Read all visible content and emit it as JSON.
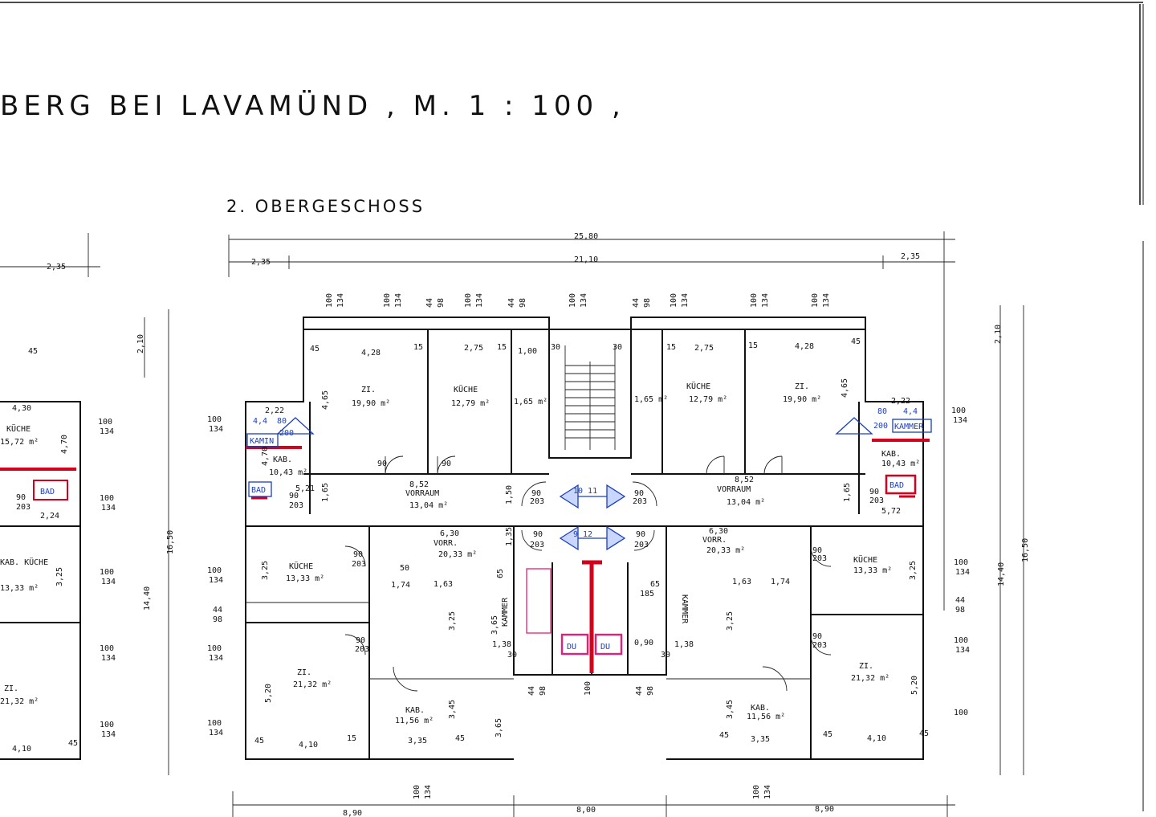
{
  "title": "BERG BEI LAVAMÜND , M. 1 : 100 ,",
  "subtitle": "2. OBERGESCHOSS",
  "dimensions": {
    "total_width": "25,80",
    "inner_width": "21,10",
    "side_left": "2,35",
    "side_right": "2,35",
    "far_left": "2,35",
    "bottom_left": "8,90",
    "bottom_mid": "8,00",
    "bottom_right": "8,90",
    "height_total": "16,50",
    "height_inner": "14,40",
    "height_top": "2,10"
  },
  "rooms_left": {
    "zi_top": {
      "label": "ZI.",
      "area": "19,90 m²",
      "width": "4,28"
    },
    "kueche_top": {
      "label": "KÜCHE",
      "area": "12,79 m²",
      "width": "2,75"
    },
    "wc_top": {
      "area": "1,65 m²",
      "width": "1,00"
    },
    "kab": {
      "label": "KAB.",
      "area": "10,43 m²",
      "width": "2,22"
    },
    "vorraum": {
      "label": "VORRAUM",
      "area": "13,04 m²",
      "width": "8,52"
    },
    "vorr": {
      "label": "VORR.",
      "area": "20,33 m²",
      "width": "6,30"
    },
    "kueche_mid": {
      "label": "KÜCHE",
      "area": "13,33 m²"
    },
    "zi_bottom": {
      "label": "ZI.",
      "area": "21,32 m²",
      "width": "4,10"
    },
    "kab_bottom": {
      "label": "KAB.",
      "area": "11,56 m²",
      "width": "3,35"
    },
    "kammer": {
      "label": "KAMMER"
    }
  },
  "rooms_right": {
    "zi_top": {
      "label": "ZI.",
      "area": "19,90 m²",
      "width": "4,28"
    },
    "kueche_top": {
      "label": "KÜCHE",
      "area": "12,79 m²",
      "width": "2,75"
    },
    "wc_top": {
      "area": "1,65 m²"
    },
    "kab": {
      "label": "KAB.",
      "area": "10,43 m²",
      "width": "2,22"
    },
    "vorraum": {
      "label": "VORRAUM",
      "area": "13,04 m²",
      "width": "8,52"
    },
    "vorr": {
      "label": "VORR.",
      "area": "20,33 m²",
      "width": "6,30"
    },
    "kueche_mid": {
      "label": "KÜCHE",
      "area": "13,33 m²"
    },
    "zi_bottom": {
      "label": "ZI.",
      "area": "21,32 m²",
      "width": "4,10"
    },
    "kab_bottom": {
      "label": "KAB.",
      "area": "11,56 m²",
      "width": "3,35"
    },
    "kammer": {
      "label": "KAMMER"
    }
  },
  "partial_left": {
    "kueche": {
      "label": "KÜCHE",
      "area": "15,72 m²",
      "width": "4,30"
    },
    "kab_kueche": {
      "label": "KAB. KÜCHE",
      "area": "13,33 m²"
    },
    "zi": {
      "label": "ZI.",
      "area": "21,32 m²",
      "width": "4,10"
    }
  },
  "annotations": {
    "kamin": "KAMIN",
    "kammer_right": "KAMMER",
    "bad": "BAD",
    "du": "DU",
    "area_left": "4,4",
    "area_right": "4,4",
    "dim_80": "80",
    "dim_200": "200",
    "corridor_top": "10  11",
    "corridor_bottom": "9  12"
  },
  "window_labels": {
    "w100": "100",
    "w134": "134",
    "w44": "44",
    "w98": "98"
  },
  "door_labels": {
    "w90": "90",
    "w203": "203"
  },
  "misc_dims": {
    "d45": "45",
    "d15": "15",
    "d30": "30",
    "d65": "65",
    "d50": "50",
    "d1_74": "1,74",
    "d1_63": "1,63",
    "d1_38": "1,38",
    "d3_65": "3,65",
    "d3_25": "3,25",
    "d3_45": "3,45",
    "d5_20": "5,20",
    "d4_65": "4,65",
    "d4_70": "4,70",
    "d1_65": "1,65",
    "d1_50": "1,50",
    "d1_35": "1,35",
    "d0_90": "0,90",
    "d185": "185",
    "d5_21": "5,21",
    "d5_72": "5,72",
    "d2_24": "2,24",
    "d2_10": "2,10"
  }
}
